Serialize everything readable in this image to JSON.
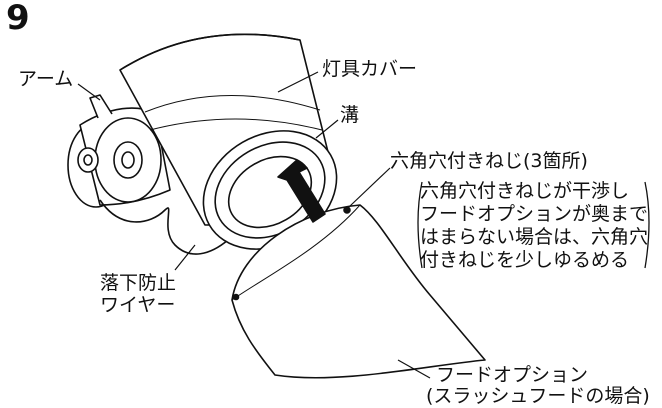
{
  "step_number": "9",
  "labels": {
    "arm": "アーム",
    "fixture_cover": "灯具カバー",
    "groove": "溝",
    "hex_screw": "六角穴付きねじ(3箇所)",
    "fall_wire_line1": "落下防止",
    "fall_wire_line2": "ワイヤー",
    "hood_line1": "フードオプション",
    "hood_line2": "(スラッシュフードの場合)"
  },
  "note_lines": [
    "六角穴付きねじが干渉し",
    "フードオプションが奥まで",
    "はまらない場合は、六角穴",
    "付きねじを少しゆるめる"
  ]
}
